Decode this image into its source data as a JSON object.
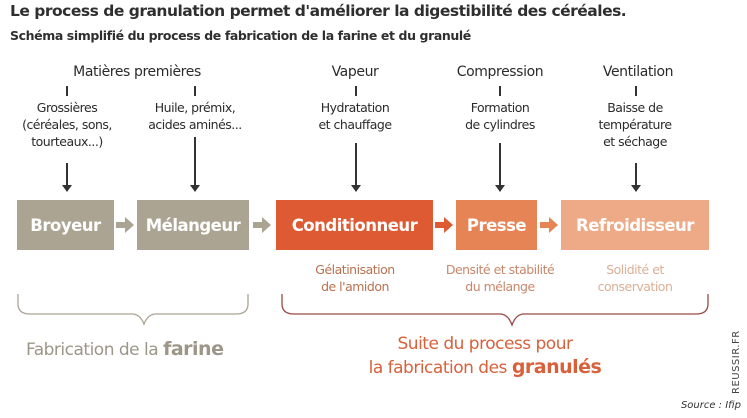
{
  "header": {
    "title": "Le process de granulation permet d'améliorer la digestibilité des céréales.",
    "subtitle": "Schéma simplifié du process de fabrication de la farine et du granulé"
  },
  "inputs": [
    {
      "heading": "Matières premières",
      "items": [
        {
          "lines": [
            "Grossières",
            "(céréales, sons,",
            "tourteaux...)"
          ]
        },
        {
          "lines": [
            "Huile, prémix,",
            "acides aminés..."
          ]
        }
      ]
    },
    {
      "heading": "Vapeur",
      "lines": [
        "Hydratation",
        "et chauffage"
      ]
    },
    {
      "heading": "Compression",
      "lines": [
        "Formation",
        "de cylindres"
      ]
    },
    {
      "heading": "Ventilation",
      "lines": [
        "Baisse de",
        "température",
        "et séchage"
      ]
    }
  ],
  "steps": [
    {
      "label": "Broyeur",
      "color": "#aca492"
    },
    {
      "label": "Mélangeur",
      "color": "#aca492"
    },
    {
      "label": "Conditionneur",
      "color": "#de5a33"
    },
    {
      "label": "Presse",
      "color": "#e78456"
    },
    {
      "label": "Refroidisseur",
      "color": "#eeaa86"
    }
  ],
  "connector_colors": [
    "#aca492",
    "#aca492",
    "#de5a33",
    "#e78456"
  ],
  "results": [
    {
      "lines": [
        "Gélatinisation",
        "de l'amidon"
      ],
      "color": "#b8714f"
    },
    {
      "lines": [
        "Densité et stabilité",
        "du mélange"
      ],
      "color": "#c8876a"
    },
    {
      "lines": [
        "Solidité et",
        "conservation"
      ],
      "color": "#dcae96"
    }
  ],
  "groups": {
    "farine": {
      "prefix": "Fabrication de la ",
      "bold": "farine"
    },
    "granules": {
      "line1": "Suite du process pour",
      "prefix": "la fabrication des ",
      "bold": "granulés"
    }
  },
  "credit": "REUSSIR.FR",
  "source": "Source : Ifip"
}
